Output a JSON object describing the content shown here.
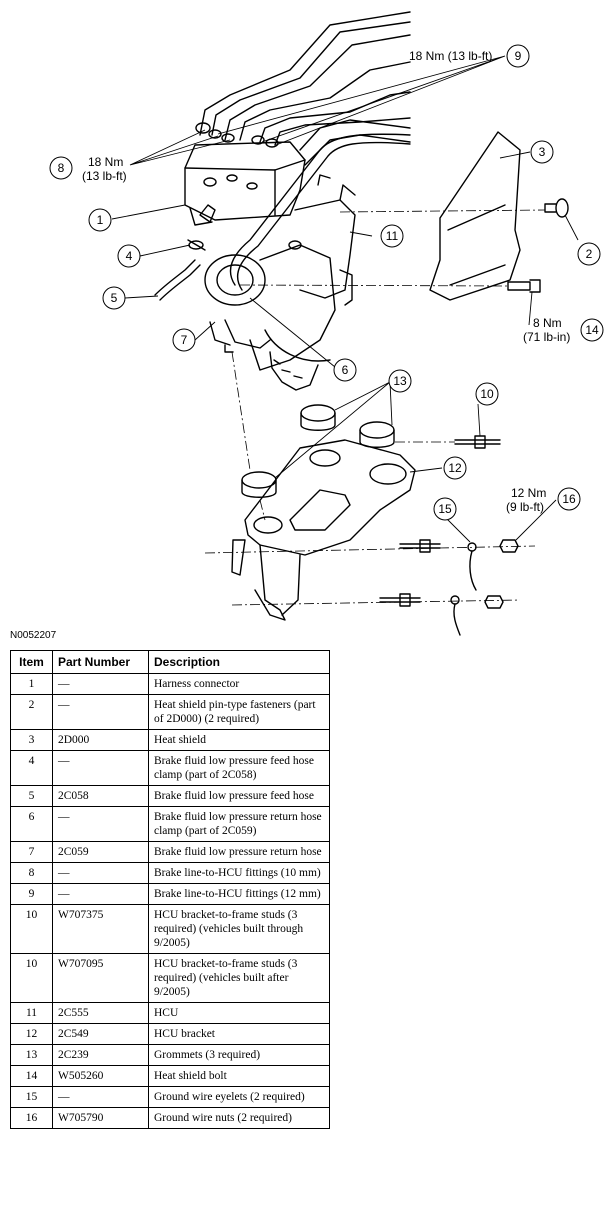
{
  "figure_code": "N0052207",
  "callouts": [
    "1",
    "2",
    "3",
    "4",
    "5",
    "6",
    "7",
    "8",
    "9",
    "10",
    "11",
    "12",
    "13",
    "14",
    "15",
    "16"
  ],
  "torque_specs": {
    "t9": "18 Nm (13 lb-ft)",
    "t8_line1": "18 Nm",
    "t8_line2": "(13 lb-ft)",
    "t14_line1": "8 Nm",
    "t14_line2": "(71 lb-in)",
    "t16_line1": "12 Nm",
    "t16_line2": "(9 lb-ft)"
  },
  "table": {
    "headers": [
      "Item",
      "Part Number",
      "Description"
    ],
    "rows": [
      {
        "item": "1",
        "part": "—",
        "desc": "Harness connector"
      },
      {
        "item": "2",
        "part": "—",
        "desc": "Heat shield pin-type fasteners (part of 2D000) (2 required)"
      },
      {
        "item": "3",
        "part": "2D000",
        "desc": "Heat shield"
      },
      {
        "item": "4",
        "part": "—",
        "desc": "Brake fluid low pressure feed hose clamp (part of 2C058)"
      },
      {
        "item": "5",
        "part": "2C058",
        "desc": "Brake fluid low pressure feed hose"
      },
      {
        "item": "6",
        "part": "—",
        "desc": "Brake fluid low pressure return hose clamp (part of 2C059)"
      },
      {
        "item": "7",
        "part": "2C059",
        "desc": "Brake fluid low pressure return hose"
      },
      {
        "item": "8",
        "part": "—",
        "desc": "Brake line-to-HCU fittings (10 mm)"
      },
      {
        "item": "9",
        "part": "—",
        "desc": "Brake line-to-HCU fittings (12 mm)"
      },
      {
        "item": "10",
        "part": "W707375",
        "desc": "HCU bracket-to-frame studs (3 required) (vehicles built through 9/2005)"
      },
      {
        "item": "10",
        "part": "W707095",
        "desc": "HCU bracket-to-frame studs (3 required) (vehicles built after 9/2005)"
      },
      {
        "item": "11",
        "part": "2C555",
        "desc": "HCU"
      },
      {
        "item": "12",
        "part": "2C549",
        "desc": "HCU bracket"
      },
      {
        "item": "13",
        "part": "2C239",
        "desc": "Grommets (3 required)"
      },
      {
        "item": "14",
        "part": "W505260",
        "desc": "Heat shield bolt"
      },
      {
        "item": "15",
        "part": "—",
        "desc": "Ground wire eyelets (2 required)"
      },
      {
        "item": "16",
        "part": "W705790",
        "desc": "Ground wire nuts (2 required)"
      }
    ]
  }
}
